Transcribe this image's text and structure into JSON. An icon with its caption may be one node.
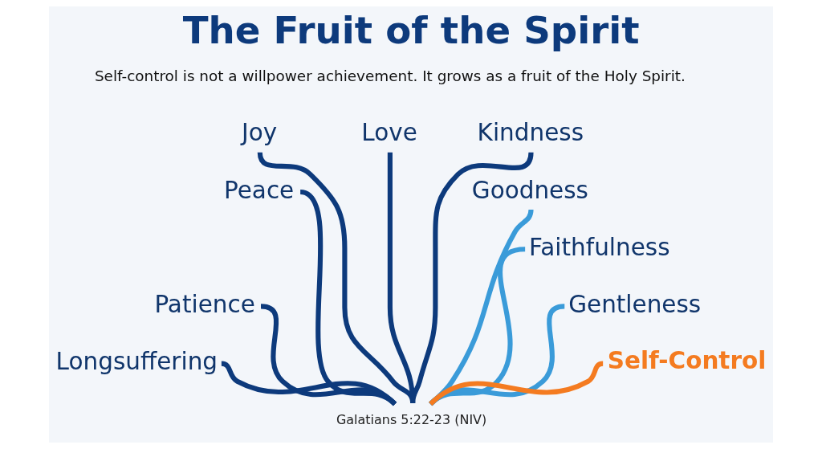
{
  "diagram": {
    "title": "The Fruit of the Spirit",
    "nodes": [
      {
        "text": [
          "Joy"
        ]
      },
      {
        "text": [
          "Love"
        ]
      },
      {
        "text": [
          "Kindness"
        ]
      },
      {
        "text": [
          "Peace"
        ]
      },
      {
        "text": [
          "Goodness"
        ]
      },
      {
        "text": [
          "Faithfulness"
        ]
      },
      {
        "text": [
          "Patience"
        ]
      },
      {
        "text": [
          "Gentleness"
        ]
      },
      {
        "text": [
          "Longsuffering"
        ]
      },
      {
        "text": [
          "Self-Control"
        ]
      },
      {
        "text": [
          "Galatians 5:22-23 (NIV)"
        ]
      }
    ],
    "edges": [
      {
        "from": 10,
        "to": 0,
        "arrow": "none"
      },
      {
        "from": 10,
        "to": 1,
        "arrow": "none"
      },
      {
        "from": 10,
        "to": 2,
        "arrow": "none"
      },
      {
        "from": 10,
        "to": 3,
        "arrow": "none"
      },
      {
        "from": 10,
        "to": 4,
        "arrow": "none",
        "color": "#3a9bd9"
      },
      {
        "from": 10,
        "to": 5,
        "arrow": "none",
        "color": "#3a9bd9"
      },
      {
        "from": 10,
        "to": 6,
        "arrow": "none"
      },
      {
        "from": 10,
        "to": 7,
        "arrow": "none",
        "color": "#3a9bd9"
      },
      {
        "from": 10,
        "to": 8,
        "arrow": "none"
      },
      {
        "from": 10,
        "to": 9,
        "arrow": "none",
        "color": "#f47b20"
      }
    ],
    "labels": [
      "Self-control is not a willpower achievement. It grows as a fruit of the Holy Spirit."
    ]
  }
}
